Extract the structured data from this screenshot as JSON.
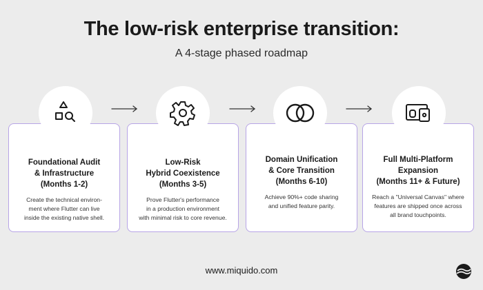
{
  "header": {
    "title": "The low-risk enterprise transition:",
    "subtitle": "A 4-stage phased roadmap"
  },
  "stages": [
    {
      "icon": "shapes-search-icon",
      "heading_lines": [
        "Foundational Audit",
        "& Infrastructure",
        "(Months 1-2)"
      ],
      "body_lines": [
        "Create the technical environ-",
        "ment where Flutter can live",
        "inside the existing native shell."
      ]
    },
    {
      "icon": "gear-icon",
      "heading_lines": [
        "Low-Risk",
        "Hybrid Coexistence",
        "(Months 3-5)"
      ],
      "body_lines": [
        "Prove Flutter's performance",
        "in a production environment",
        "with minimal risk to core revenue."
      ]
    },
    {
      "icon": "overlapping-circles-icon",
      "heading_lines": [
        "Domain Unification",
        "& Core Transition",
        "(Months 6-10)"
      ],
      "body_lines": [
        "Achieve 90%+ code sharing",
        "and unified feature parity."
      ]
    },
    {
      "icon": "devices-icon",
      "heading_lines": [
        "Full Multi-Platform",
        "Expansion",
        "(Months 11+ & Future)"
      ],
      "body_lines": [
        "Reach a \"Universal Canvas\" where",
        "features are shipped once across",
        "all brand touchpoints."
      ]
    }
  ],
  "footer": {
    "url": "www.miquido.com",
    "logo_icon": "miquido-logo-icon"
  },
  "colors": {
    "background": "#ececec",
    "card_border": "#b7a4e6",
    "text": "#1a1a1a"
  }
}
